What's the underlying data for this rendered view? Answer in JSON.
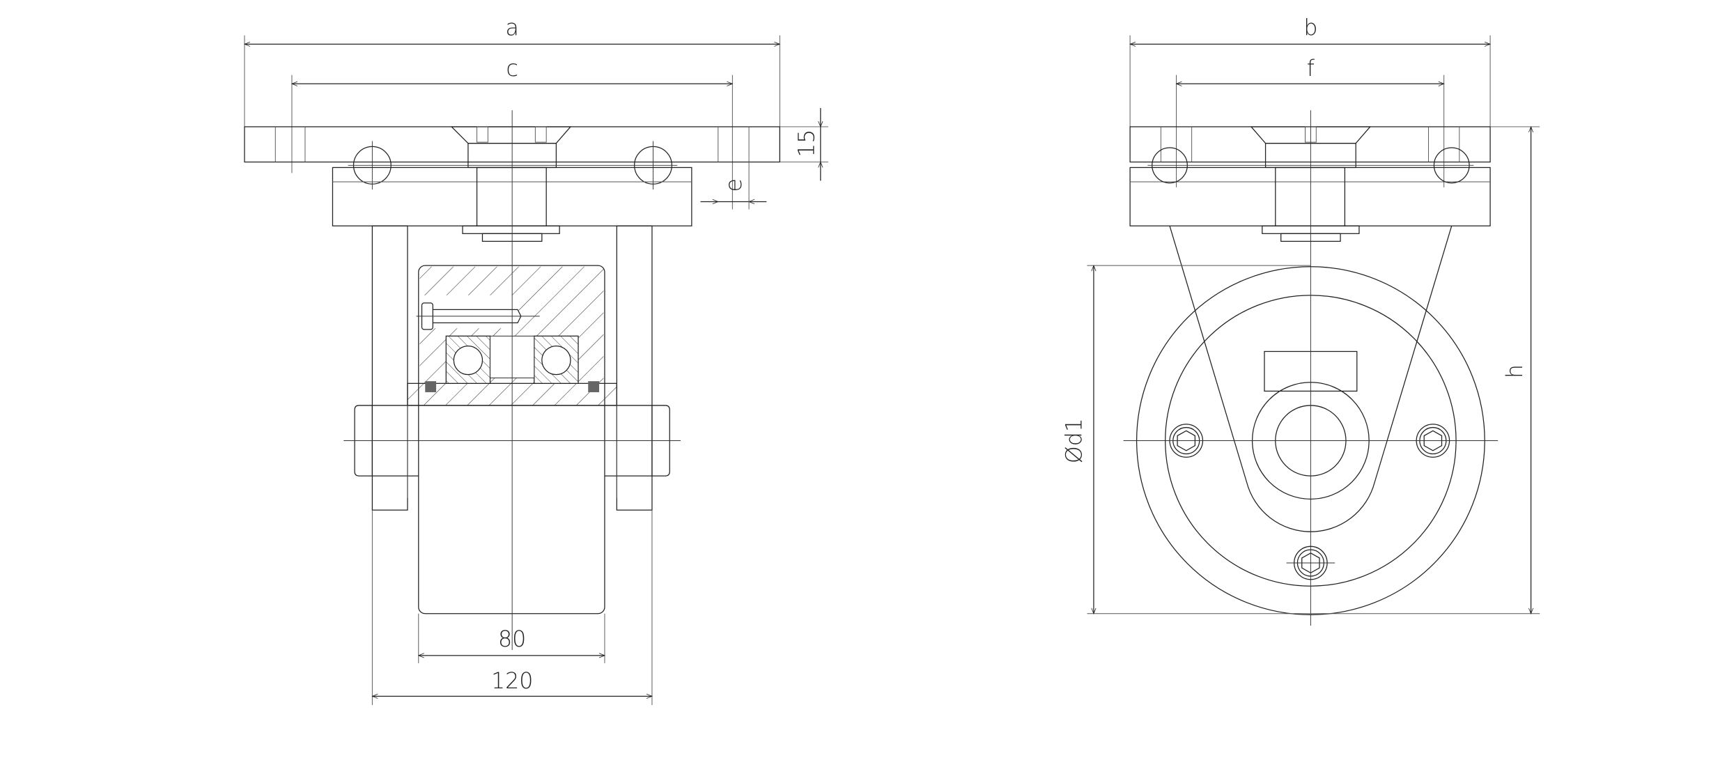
{
  "drawing": {
    "title": "Caster wheel dimension drawing",
    "side_view": {
      "dimensions": {
        "a": "a",
        "c": "c",
        "e": "e",
        "thickness": "15",
        "wheel_width": "80",
        "fork_width": "120"
      }
    },
    "front_view": {
      "dimensions": {
        "b": "b",
        "f": "f",
        "h": "h",
        "diameter": "Ød1"
      }
    }
  },
  "colors": {
    "line": "#222222",
    "background": "#ffffff"
  }
}
